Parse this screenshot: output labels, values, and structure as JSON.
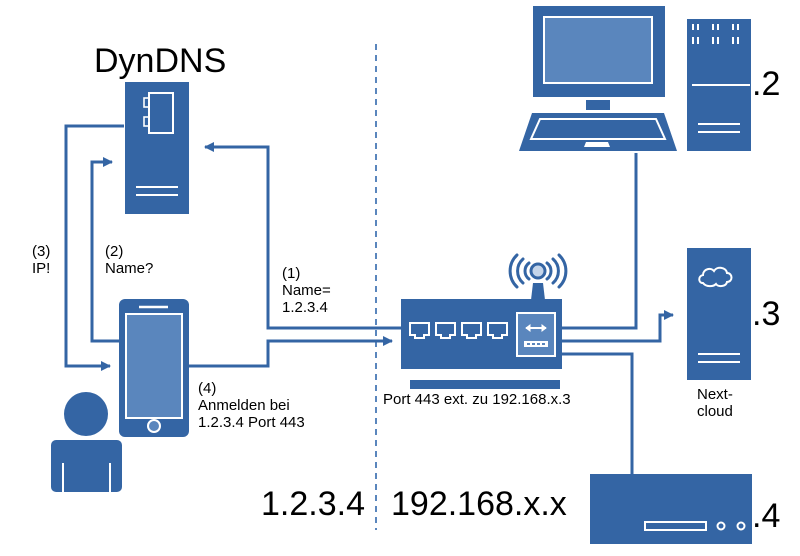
{
  "colors": {
    "primary": "#3465a4",
    "screen": "#5a86bd",
    "light": "#c5d5ea",
    "divider": "#5a86bd",
    "text": "#000000"
  },
  "title": "DynDNS",
  "steps": {
    "step1": "(1)\nName=\n1.2.3.4",
    "step2": "(2)\nName?",
    "step3": "(3)\nIP!",
    "step4": "(4)\nAnmelden bei\n1.2.3.4 Port 443"
  },
  "router_label": "Port 443 ext. zu 192.168.x.3",
  "nextcloud_label": "Next-\ncloud",
  "ip_external": "1.2.3.4",
  "ip_internal": "192.168.x.x",
  "host_suffixes": {
    "desktop": ".2",
    "nextcloud": ".3",
    "nas": ".4"
  },
  "icons": {
    "dyndns_server": "server-tower-icon",
    "smartphone": "smartphone-icon",
    "user": "person-icon",
    "router": "wifi-router-icon",
    "laptop": "laptop-icon",
    "desktop_tower": "desktop-tower-icon",
    "nextcloud_server": "cloud-server-icon",
    "nas": "rack-box-icon"
  }
}
